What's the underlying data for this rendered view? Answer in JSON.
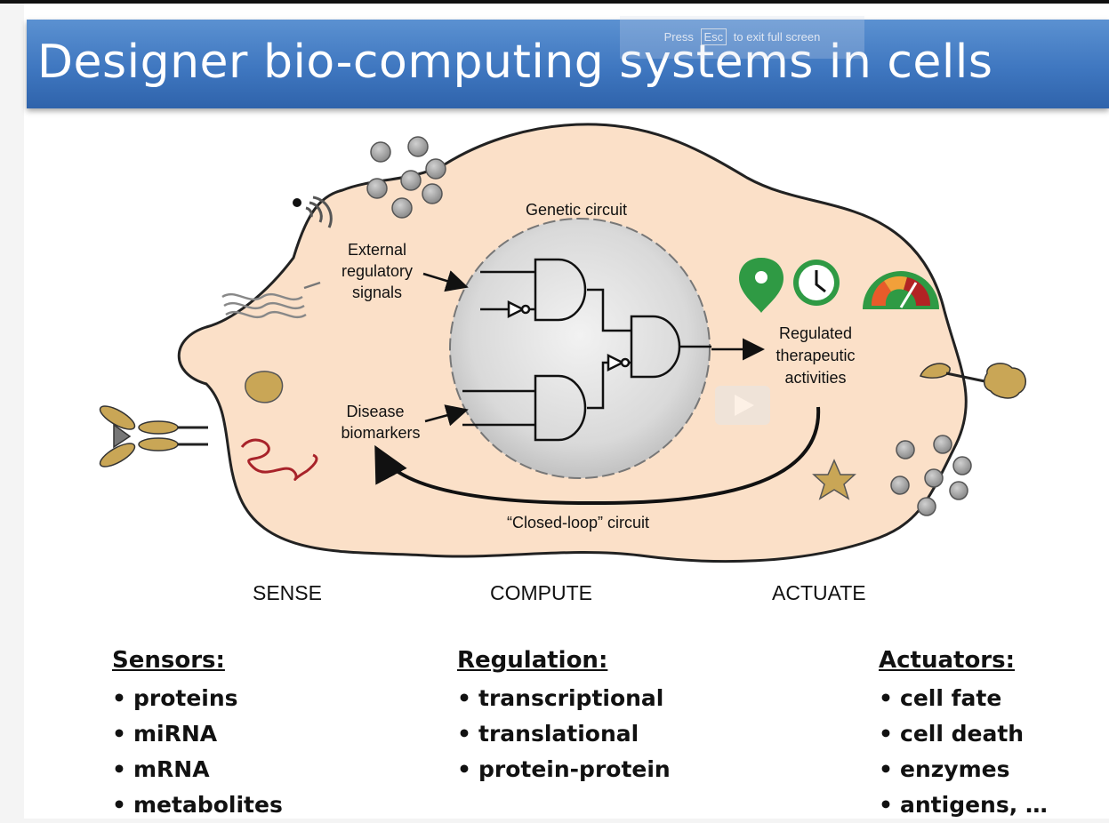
{
  "slide": {
    "title": "Designer bio-computing systems in cells",
    "esc_hint": {
      "pre": "Press",
      "key": "Esc",
      "post": "to exit full screen"
    }
  },
  "diagram": {
    "genetic_circuit": "Genetic circuit",
    "external_signals": [
      "External",
      "regulatory",
      "signals"
    ],
    "disease_biomarkers": [
      "Disease",
      "biomarkers"
    ],
    "regulated_activities": [
      "Regulated",
      "therapeutic",
      "activities"
    ],
    "closed_loop": "“Closed-loop” circuit"
  },
  "stages": {
    "sense": "SENSE",
    "compute": "COMPUTE",
    "actuate": "ACTUATE"
  },
  "sensors": {
    "heading": "Sensors:",
    "items": [
      "proteins",
      "miRNA",
      "mRNA",
      "metabolites"
    ]
  },
  "regulation": {
    "heading": "Regulation:",
    "items": [
      "transcriptional",
      "translational",
      "protein-protein"
    ]
  },
  "actuators": {
    "heading": "Actuators:",
    "items": [
      "cell fate",
      "cell death",
      "enzymes",
      "antigens, …"
    ]
  },
  "colors": {
    "title_bar": "#3f77c0",
    "cell_fill": "#fbe0c8",
    "nucleus_fill": "#d6d6d6",
    "pin_green": "#2f9a44",
    "biomarker_red": "#a8232a",
    "protein_gold": "#c9a656"
  },
  "icons": [
    "location-pin-icon",
    "clock-icon",
    "gauge-icon",
    "play-button-icon"
  ]
}
